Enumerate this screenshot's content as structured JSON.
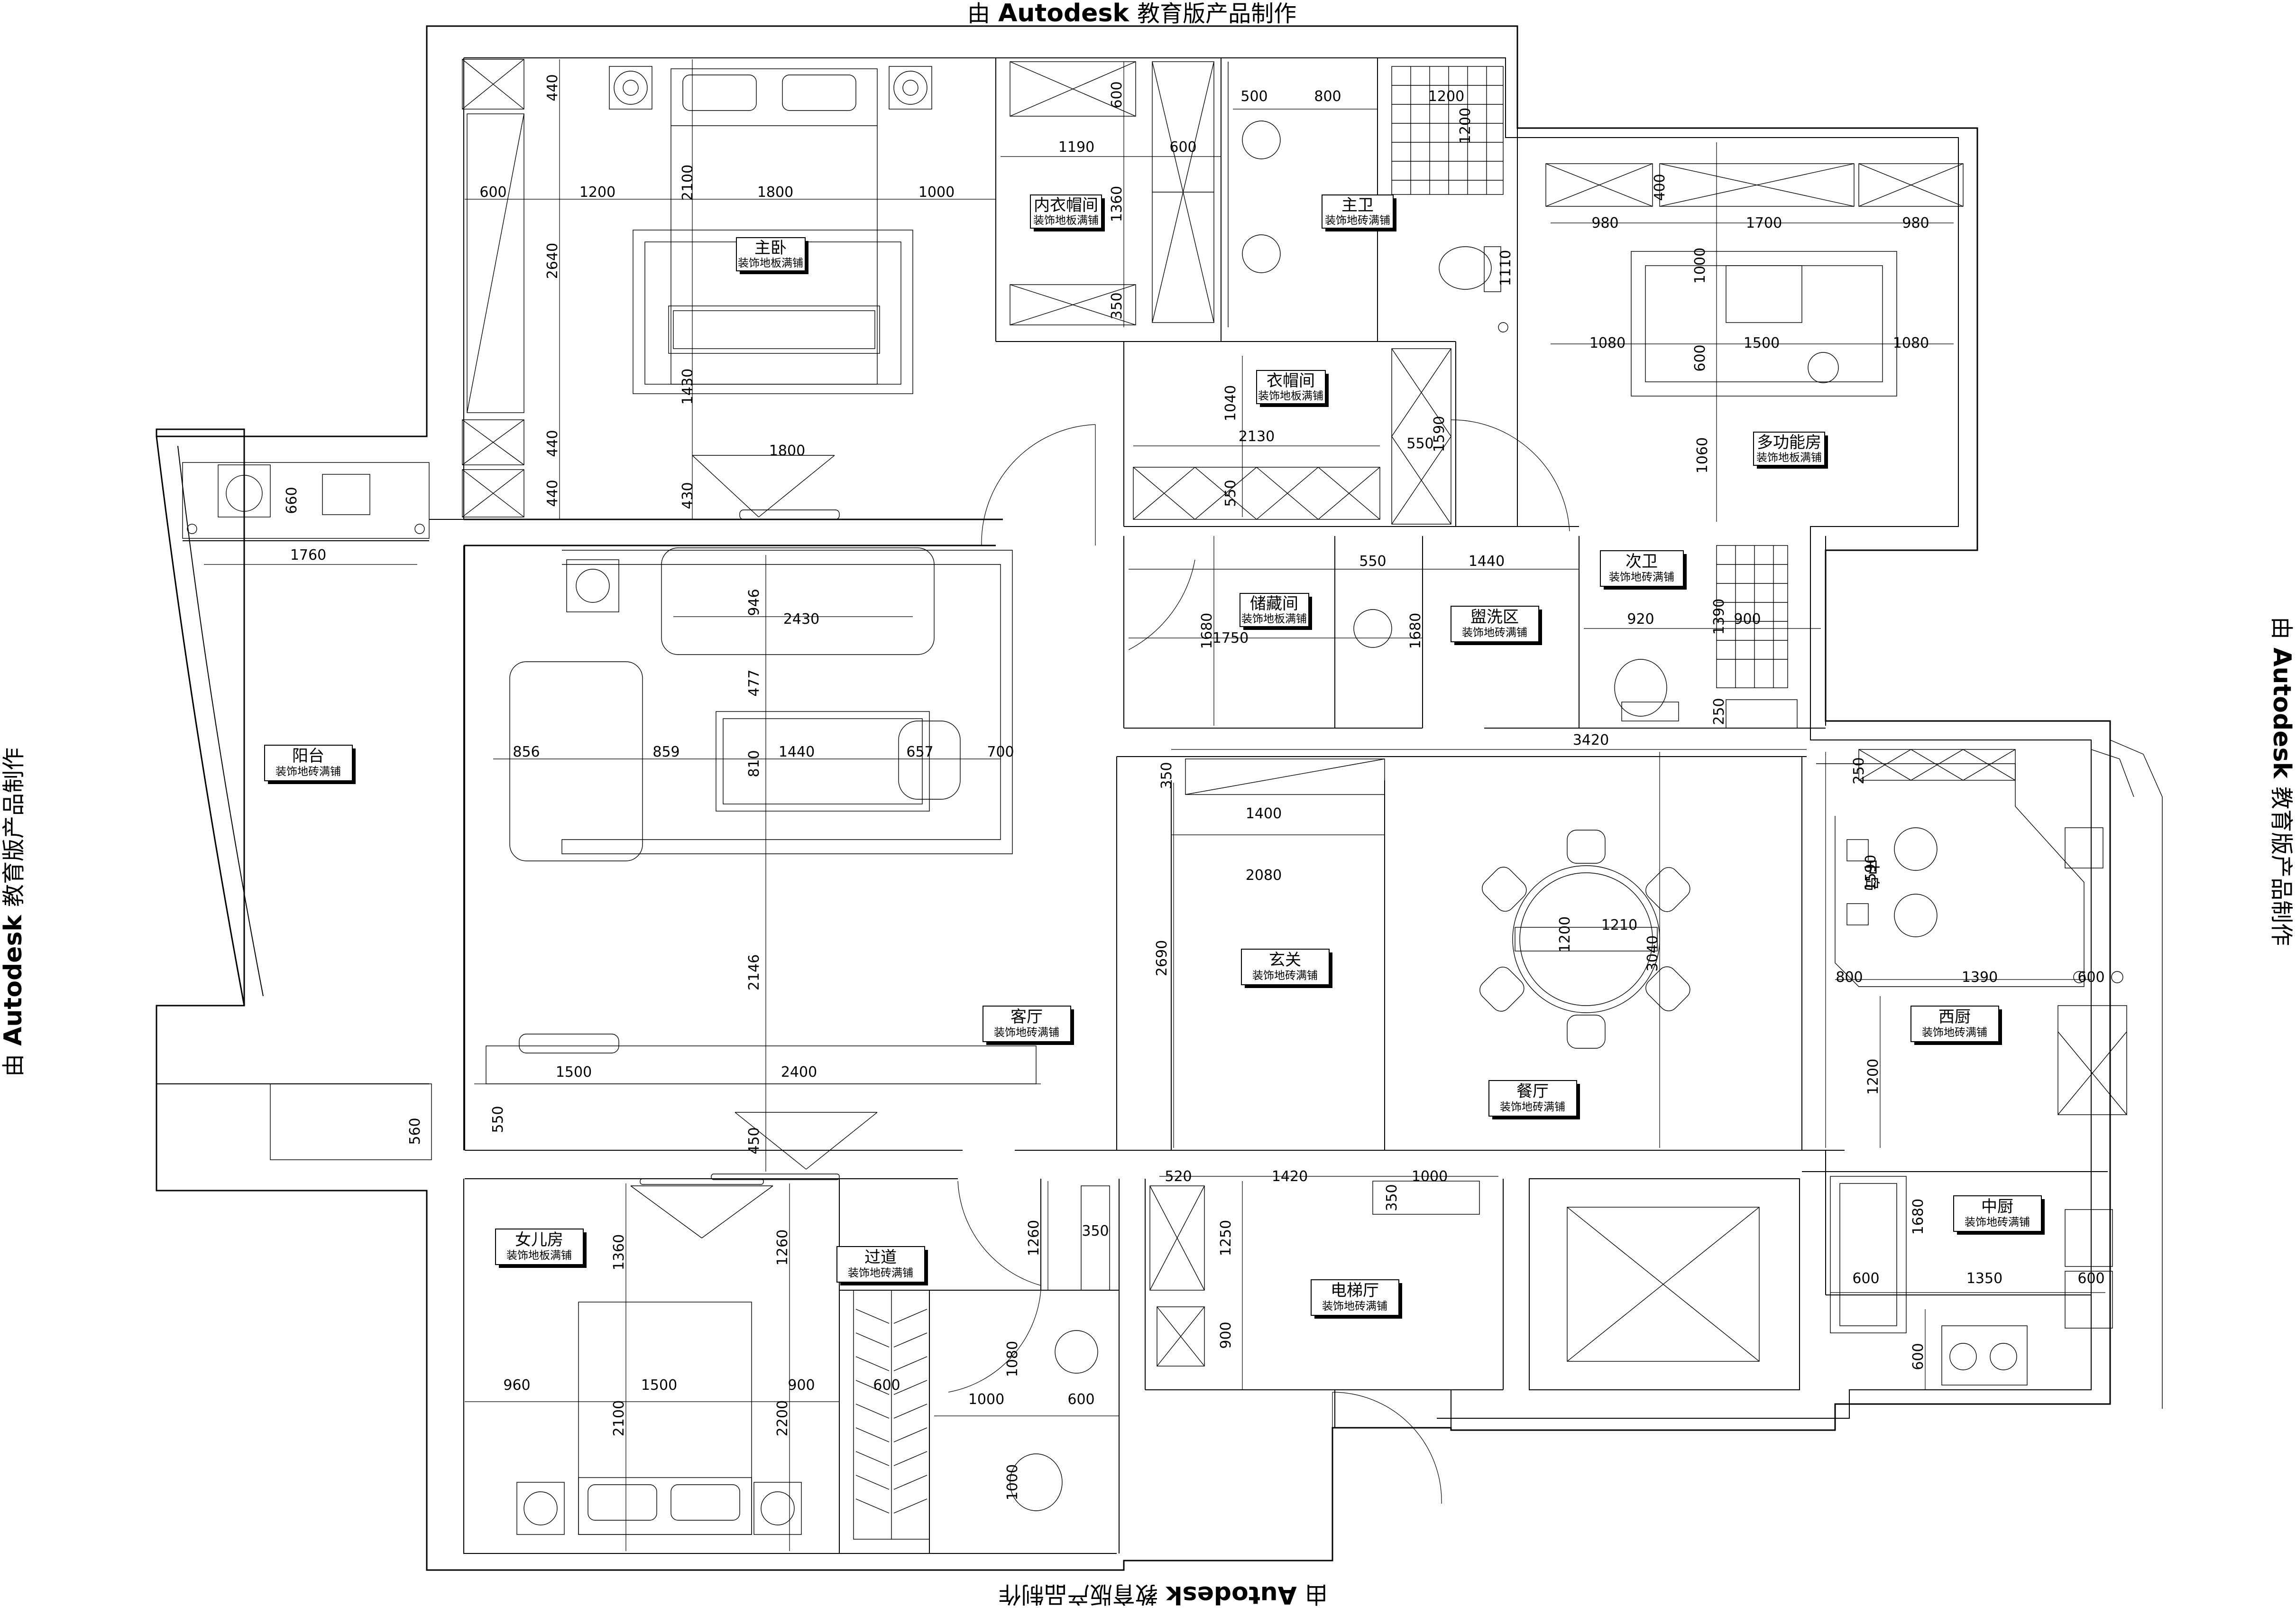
{
  "watermark": "由 Autodesk 教育版产品制作",
  "watermark_prefix": "由",
  "watermark_brand": "Autodesk",
  "watermark_suffix": "教育版产品制作",
  "rooms": [
    {
      "name": "主卧",
      "finish": "装饰地板满铺"
    },
    {
      "name": "内衣帽间",
      "finish": "装饰地板满铺"
    },
    {
      "name": "主卫",
      "finish": "装饰地砖满铺"
    },
    {
      "name": "多功能房",
      "finish": "装饰地板满铺"
    },
    {
      "name": "阳台",
      "finish": "装饰地砖满铺"
    },
    {
      "name": "衣帽间",
      "finish": "装饰地板满铺"
    },
    {
      "name": "储藏间",
      "finish": "装饰地板满铺"
    },
    {
      "name": "盥洗区",
      "finish": "装饰地砖满铺"
    },
    {
      "name": "次卫",
      "finish": "装饰地砖满铺"
    },
    {
      "name": "客厅",
      "finish": "装饰地砖满铺"
    },
    {
      "name": "玄关",
      "finish": "装饰地砖满铺"
    },
    {
      "name": "餐厅",
      "finish": "装饰地砖满铺"
    },
    {
      "name": "西厨",
      "finish": "装饰地砖满铺"
    },
    {
      "name": "女儿房",
      "finish": "装饰地板满铺"
    },
    {
      "name": "过道",
      "finish": "装饰地砖满铺"
    },
    {
      "name": "电梯厅",
      "finish": "装饰地砖满铺"
    },
    {
      "name": "中厨",
      "finish": "装饰地砖满铺"
    }
  ],
  "island_label": "中岛",
  "dims": {
    "d440a": "440",
    "d2100a": "2100",
    "d600a": "600",
    "d1200a": "1200",
    "d1800a": "1800",
    "d1000a": "1000",
    "d2640": "2640",
    "d1430": "1430",
    "d440b": "440",
    "d440c": "440",
    "d1800b": "1800",
    "d430": "430",
    "d600b": "600",
    "d1190": "1190",
    "d600c": "600",
    "d1360": "1360",
    "d350a": "350",
    "d500": "500",
    "d800a": "800",
    "d1200b": "1200",
    "d1200c": "1200",
    "d1110": "1110",
    "d400": "400",
    "d980a": "980",
    "d1700": "1700",
    "d980b": "980",
    "d1000b": "1000",
    "d1080a": "1080",
    "d1500a": "1500",
    "d1080b": "1080",
    "d600d": "600",
    "d1060": "1060",
    "d1040": "1040",
    "d2130": "2130",
    "d550a": "550",
    "d550b": "550",
    "d1590a": "1590",
    "d660": "660",
    "d1760": "1760",
    "d946": "946",
    "d2430": "2430",
    "d477": "477",
    "d856": "856",
    "d859": "859",
    "d810": "810",
    "d1440a": "1440",
    "d657": "657",
    "d700": "700",
    "d2146": "2146",
    "d1500b": "1500",
    "d2400": "2400",
    "d550c": "550",
    "d450": "450",
    "d560": "560",
    "d550d": "550",
    "d1440b": "1440",
    "d1680a": "1680",
    "d1750": "1750",
    "d1680b": "1680",
    "d920": "920",
    "d1390a": "1390",
    "d900a": "900",
    "d250a": "250",
    "d350b": "350",
    "d1400": "1400",
    "d3420": "3420",
    "d2080": "2080",
    "d2690": "2690",
    "d1200d": "1200",
    "d1210": "1210",
    "d3040": "3040",
    "d250b": "250",
    "d1590b": "1590",
    "d800b": "800",
    "d1390b": "1390",
    "d600e": "600",
    "d1200e": "1200",
    "d1360b": "1360",
    "d1260a": "1260",
    "d1260b": "1260",
    "d350c": "350",
    "d520": "520",
    "d1420": "1420",
    "d350d": "350",
    "d1000c": "1000",
    "d1250": "1250",
    "d900b": "900",
    "d1680c": "1680",
    "d600f": "600",
    "d1350": "1350",
    "d600g": "600",
    "d600h": "600",
    "d960": "960",
    "d1500c": "1500",
    "d900c": "900",
    "d600i": "600",
    "d2100b": "2100",
    "d2200": "2200",
    "d1080c": "1080",
    "d1000d": "1000",
    "d600j": "600",
    "d1000e": "1000"
  }
}
